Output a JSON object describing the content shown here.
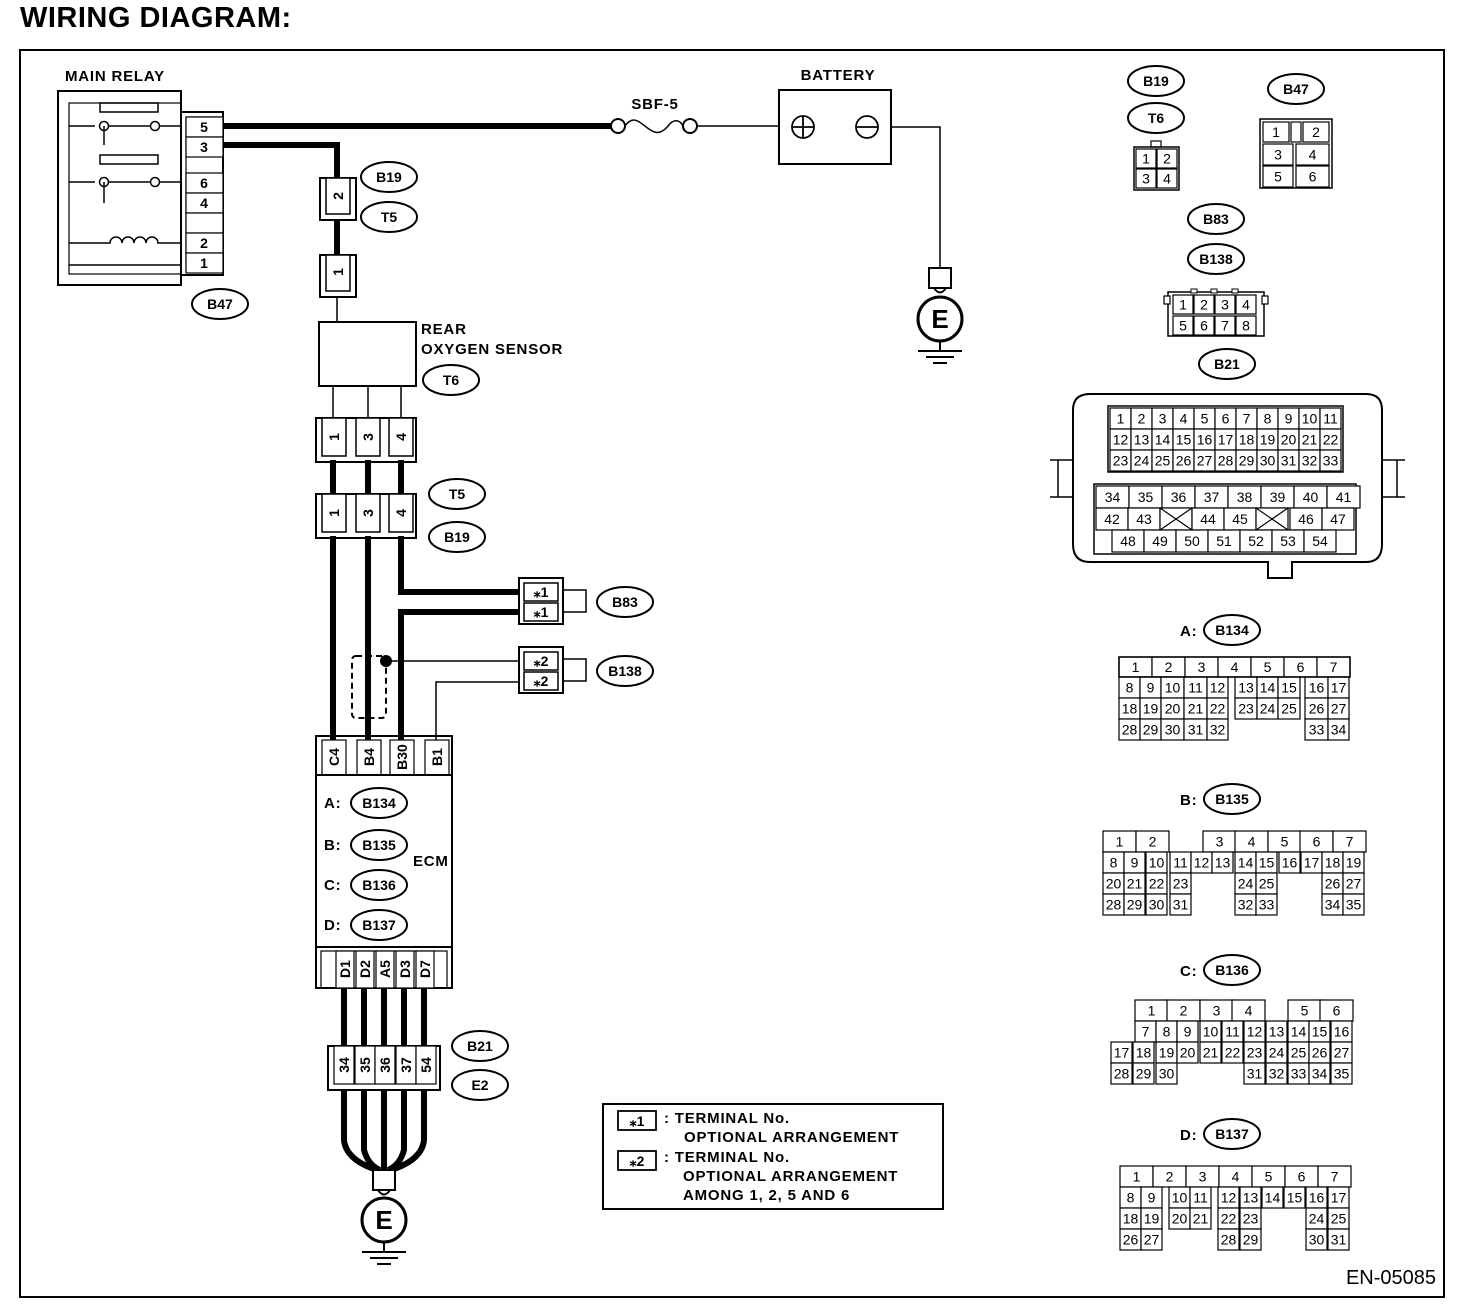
{
  "title": "WIRING DIAGRAM:",
  "doc_id": "EN-05085",
  "labels": {
    "main_relay": "MAIN RELAY",
    "battery": "BATTERY",
    "fuse": "SBF-5",
    "rear_o2_line1": "REAR",
    "rear_o2_line2": "OXYGEN SENSOR",
    "ecm": "ECM",
    "ground": "E"
  },
  "main_relay_pins": [
    "5",
    "3",
    "6",
    "4",
    "",
    "2",
    "1"
  ],
  "ecm_top_pins": [
    "C4",
    "B4",
    "B30",
    "B1"
  ],
  "ecm_bottom_pins": [
    "D1",
    "D2",
    "A5",
    "D3",
    "D7"
  ],
  "sensor_pins": [
    "1",
    "3",
    "4"
  ],
  "b21_pins": [
    "34",
    "35",
    "36",
    "37",
    "54"
  ],
  "star_pins": {
    "b83": [
      "⁎1",
      "⁎1"
    ],
    "b138": [
      "⁎2",
      "⁎2"
    ]
  },
  "ecm_connectors": [
    {
      "prefix": "A:",
      "tag": "B134"
    },
    {
      "prefix": "B:",
      "tag": "B135"
    },
    {
      "prefix": "C:",
      "tag": "B136"
    },
    {
      "prefix": "D:",
      "tag": "B137"
    }
  ],
  "connector_tags": {
    "b47": "B47",
    "b19": "B19",
    "t5": "T5",
    "t6": "T6",
    "b83": "B83",
    "b138": "B138",
    "b21": "B21",
    "e2": "E2"
  },
  "legend": {
    "star1_key": "⁎1",
    "star2_key": "⁎2",
    "star1_line1": ":  TERMINAL No.",
    "star1_line2": "OPTIONAL ARRANGEMENT",
    "star2_line1": ":  TERMINAL No.",
    "star2_line2": "OPTIONAL ARRANGEMENT",
    "star2_line3": "AMONG 1, 2, 5 AND 6"
  },
  "conn_views": {
    "b19_t6": {
      "tags": [
        "B19",
        "T6"
      ],
      "pins": [
        "1",
        "2",
        "3",
        "4"
      ]
    },
    "b47": {
      "tag": "B47",
      "pins": [
        "1",
        "2",
        "3",
        "4",
        "5",
        "6"
      ]
    },
    "b83_b138": {
      "tags": [
        "B83",
        "B138"
      ],
      "pins": [
        "1",
        "2",
        "3",
        "4",
        "5",
        "6",
        "7",
        "8"
      ]
    },
    "b21": {
      "tag": "B21",
      "rows": [
        [
          "1",
          "2",
          "3",
          "4",
          "5",
          "6",
          "7",
          "8",
          "9",
          "10",
          "11"
        ],
        [
          "12",
          "13",
          "14",
          "15",
          "16",
          "17",
          "18",
          "19",
          "20",
          "21",
          "22"
        ],
        [
          "23",
          "24",
          "25",
          "26",
          "27",
          "28",
          "29",
          "30",
          "31",
          "32",
          "33"
        ],
        [
          "34",
          "35",
          "36",
          "37",
          "38",
          "39",
          "40",
          "41"
        ],
        [
          "42",
          "43",
          "X",
          "44",
          "45",
          "X",
          "46",
          "47"
        ],
        [
          "48",
          "49",
          "50",
          "51",
          "52",
          "53",
          "54"
        ]
      ]
    },
    "b134": {
      "prefix": "A:",
      "tag": "B134",
      "rows": [
        [
          "1",
          "",
          "2",
          "",
          "3",
          "",
          "4",
          "",
          "5",
          "",
          "6",
          "",
          "7",
          ""
        ],
        [
          "8",
          "9",
          "10",
          "11",
          "12",
          "13",
          "14",
          "15",
          "16",
          "17"
        ],
        [
          "18",
          "19",
          "20",
          "21",
          "22",
          "23",
          "24",
          "25",
          "26",
          "27"
        ],
        [
          "28",
          "29",
          "30",
          "31",
          "32",
          "",
          "",
          "",
          "33",
          "34"
        ]
      ]
    },
    "b135": {
      "prefix": "B:",
      "tag": "B135"
    },
    "b136": {
      "prefix": "C:",
      "tag": "B136"
    },
    "b137": {
      "prefix": "D:",
      "tag": "B137"
    }
  },
  "grids": {
    "b134": [
      [
        [
          1150,
          1,
          2,
          "1"
        ],
        [
          1150,
          3,
          4,
          "2"
        ],
        [
          1150,
          5,
          6,
          "3"
        ],
        [
          1150,
          7,
          8,
          "4"
        ],
        [
          1150,
          9,
          10,
          "5"
        ],
        [
          1150,
          11,
          12,
          "6"
        ],
        [
          1150,
          13,
          14,
          "7"
        ]
      ],
      [
        [
          1150,
          1,
          1,
          "8"
        ],
        [
          1150,
          2,
          2,
          "9"
        ],
        [
          1150,
          3,
          3,
          "10"
        ],
        [
          1150,
          4,
          4,
          "11"
        ],
        [
          1150,
          5,
          5,
          "12"
        ],
        [
          1150,
          6,
          6,
          "13"
        ],
        [
          1150,
          7,
          7,
          "14"
        ],
        [
          1150,
          8,
          8,
          "15"
        ],
        [
          1150,
          9,
          9,
          "16"
        ],
        [
          1150,
          10,
          10,
          "17"
        ]
      ]
    ]
  }
}
